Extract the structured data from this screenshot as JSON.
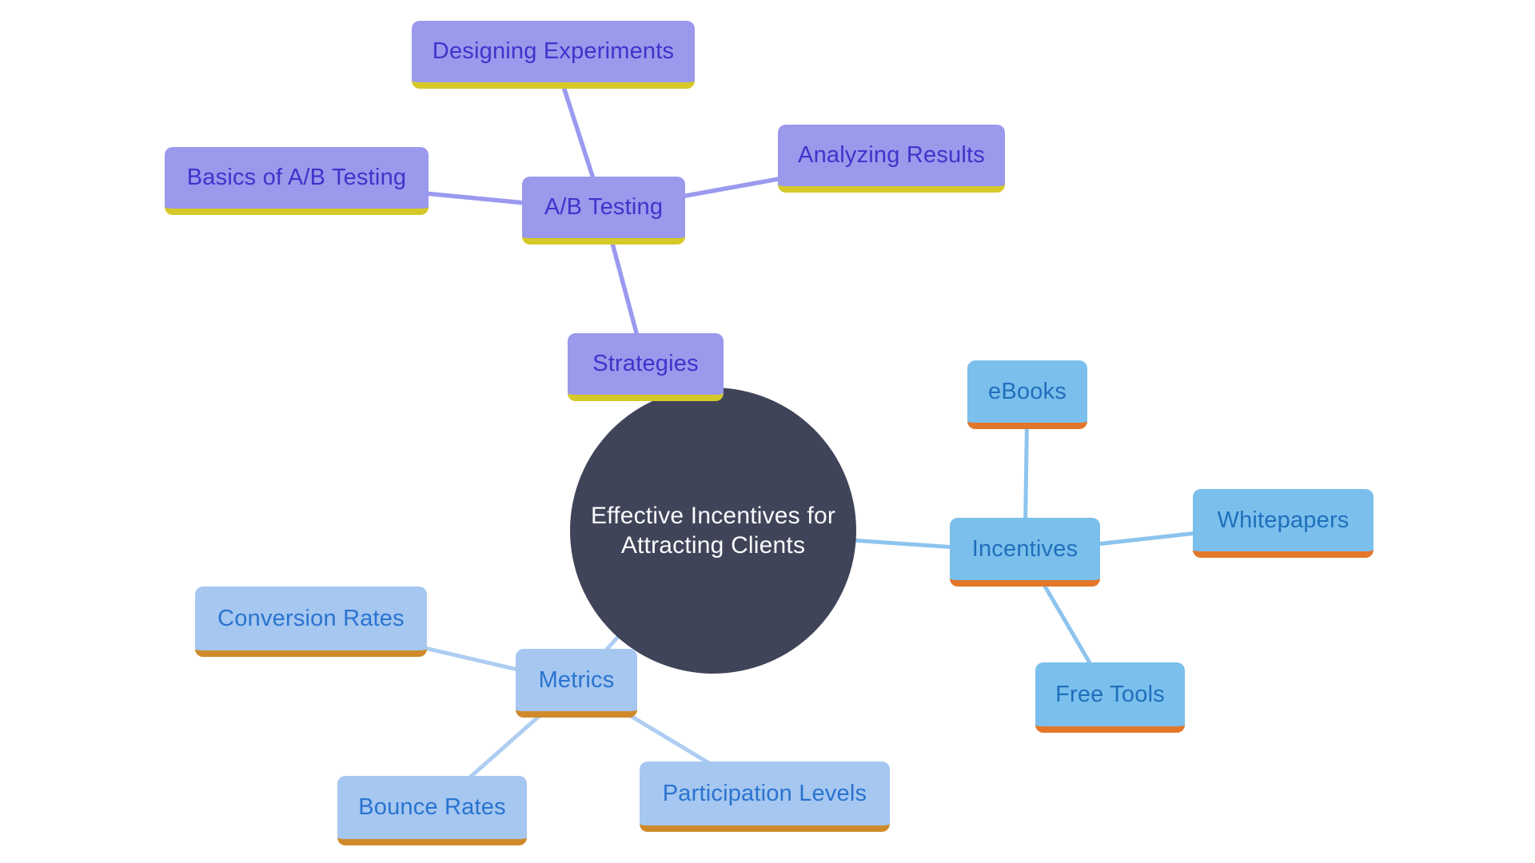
{
  "diagram": {
    "background": "#ffffff",
    "center": {
      "id": "center",
      "label_lines": [
        "Effective Incentives for",
        "Attracting Clients"
      ],
      "fill": "#404459",
      "text_color": "#fafbfc"
    },
    "families": {
      "ab": {
        "fill": "#9a99ec",
        "underline": "#d5c927",
        "text": "#4033cb",
        "line": "#9b9af0"
      },
      "incentives": {
        "fill": "#7bbfed",
        "underline": "#e2772a",
        "text": "#1f70bb",
        "line": "#8cc4ee"
      },
      "metrics": {
        "fill": "#a5c7f0",
        "underline": "#d08a2b",
        "text": "#2a73d0",
        "line": "#aecdf2"
      }
    },
    "nodes": [
      {
        "id": "designing",
        "label": "Designing Experiments",
        "family": "ab"
      },
      {
        "id": "basics",
        "label": "Basics of A/B Testing",
        "family": "ab"
      },
      {
        "id": "abtesting",
        "label": "A/B Testing",
        "family": "ab"
      },
      {
        "id": "analyzing",
        "label": "Analyzing Results",
        "family": "ab"
      },
      {
        "id": "strategies",
        "label": "Strategies",
        "family": "ab"
      },
      {
        "id": "ebooks",
        "label": "eBooks",
        "family": "incentives"
      },
      {
        "id": "incentives",
        "label": "Incentives",
        "family": "incentives"
      },
      {
        "id": "whitepapers",
        "label": "Whitepapers",
        "family": "incentives"
      },
      {
        "id": "freetools",
        "label": "Free Tools",
        "family": "incentives"
      },
      {
        "id": "conversion",
        "label": "Conversion Rates",
        "family": "metrics"
      },
      {
        "id": "metrics",
        "label": "Metrics",
        "family": "metrics"
      },
      {
        "id": "bounce",
        "label": "Bounce Rates",
        "family": "metrics"
      },
      {
        "id": "participation",
        "label": "Participation Levels",
        "family": "metrics"
      }
    ],
    "edges": [
      {
        "from": "abtesting",
        "to": "designing",
        "family": "ab"
      },
      {
        "from": "abtesting",
        "to": "basics",
        "family": "ab"
      },
      {
        "from": "abtesting",
        "to": "analyzing",
        "family": "ab"
      },
      {
        "from": "abtesting",
        "to": "strategies",
        "family": "ab"
      },
      {
        "from": "center",
        "to": "strategies",
        "family": "ab"
      },
      {
        "from": "center",
        "to": "incentives",
        "family": "incentives"
      },
      {
        "from": "incentives",
        "to": "ebooks",
        "family": "incentives"
      },
      {
        "from": "incentives",
        "to": "whitepapers",
        "family": "incentives"
      },
      {
        "from": "incentives",
        "to": "freetools",
        "family": "incentives"
      },
      {
        "from": "center",
        "to": "metrics",
        "family": "metrics"
      },
      {
        "from": "metrics",
        "to": "conversion",
        "family": "metrics"
      },
      {
        "from": "metrics",
        "to": "bounce",
        "family": "metrics"
      },
      {
        "from": "metrics",
        "to": "participation",
        "family": "metrics"
      }
    ]
  }
}
